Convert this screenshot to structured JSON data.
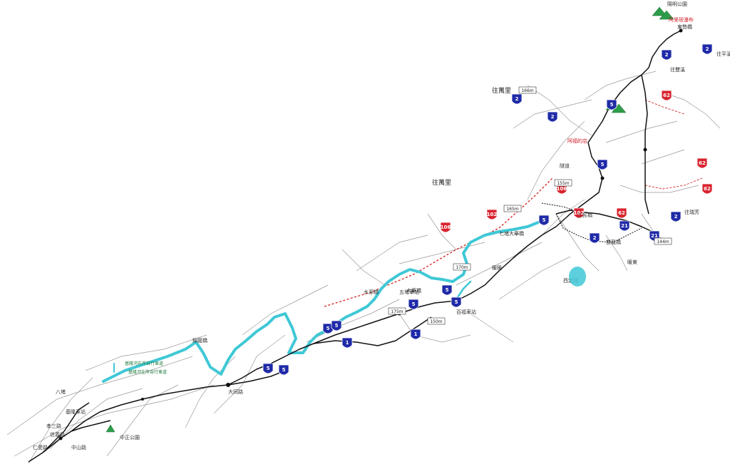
{
  "labels": {
    "to_wanli_top": "往萬里",
    "to_wanli_mid": "往萬里",
    "yangming_park": "陽明公園",
    "dacheng_rd": "大同路",
    "jinlong_bridge": "錦龍橋",
    "shuanglong_bridge": "雙龍橋",
    "sanmin_bridge": "三民橋",
    "wudu_station": "五堵車站",
    "baifu_station": "百福車站",
    "tingliu_bridge": "七堵大華橋",
    "dahua_bridge": "大華橋",
    "shuiyuan_bridge": "水源橋",
    "zhongzheng_park": "中正公園",
    "keelung_station": "基隆車站",
    "zhongshan_rd": "中山路",
    "renai_rd": "仁愛路",
    "xiaoxiang": "孝三路",
    "xinyi_rd": "信義路",
    "bridge_east": "東勢橋",
    "river_cycle": "基隆河右岸自行車道",
    "river_cycle2": "基隆河左岸自行車道",
    "tunnel": "隧道",
    "badu": "八堵",
    "nuanuan": "暖暖",
    "nuandong": "暖東",
    "xiding": "西定河",
    "elev_1": "165m",
    "elev_2": "170m",
    "elev_3": "175m",
    "elev_4": "144m",
    "elev_5": "166m",
    "elev_6": "150m",
    "elev_7": "155m",
    "to_pingxi": "往平溪",
    "to_ruifang": "往瑞芳",
    "to_shuangxi": "往雙溪",
    "red_label_1": "阿里磅瀑布",
    "red_label_2": "阿福的店"
  },
  "shields_blue": [
    "2",
    "2",
    "2",
    "2",
    "5",
    "5",
    "5",
    "5",
    "5",
    "5",
    "5",
    "5",
    "1",
    "1",
    "5",
    "5",
    "21",
    "21",
    "2",
    "2"
  ],
  "shields_red": [
    "62",
    "62",
    "62",
    "102",
    "106",
    "106",
    "102",
    "62"
  ],
  "colors": {
    "river": "#3fc8d6",
    "route": "#111111",
    "road": "#9a9a9a",
    "dashed_red": "#d62020",
    "shield_blue": "#1f2aa8",
    "shield_red": "#d8242f"
  }
}
